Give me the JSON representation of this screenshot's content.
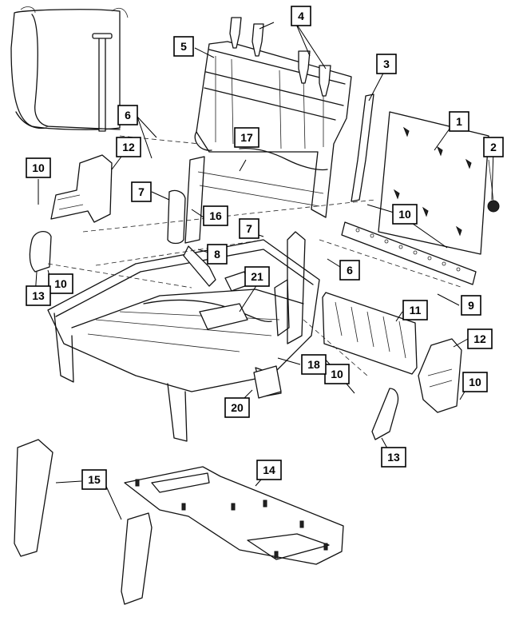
{
  "callouts": [
    {
      "id": "c1",
      "label": "1"
    },
    {
      "id": "c2",
      "label": "2"
    },
    {
      "id": "c3",
      "label": "3"
    },
    {
      "id": "c4",
      "label": "4"
    },
    {
      "id": "c5",
      "label": "5"
    },
    {
      "id": "c6a",
      "label": "6"
    },
    {
      "id": "c6b",
      "label": "6"
    },
    {
      "id": "c7a",
      "label": "7"
    },
    {
      "id": "c7b",
      "label": "7"
    },
    {
      "id": "c8",
      "label": "8"
    },
    {
      "id": "c9",
      "label": "9"
    },
    {
      "id": "c10a",
      "label": "10"
    },
    {
      "id": "c10b",
      "label": "10"
    },
    {
      "id": "c10c",
      "label": "10"
    },
    {
      "id": "c10d",
      "label": "10"
    },
    {
      "id": "c10e",
      "label": "10"
    },
    {
      "id": "c11",
      "label": "11"
    },
    {
      "id": "c12a",
      "label": "12"
    },
    {
      "id": "c12b",
      "label": "12"
    },
    {
      "id": "c13a",
      "label": "13"
    },
    {
      "id": "c13b",
      "label": "13"
    },
    {
      "id": "c14",
      "label": "14"
    },
    {
      "id": "c15",
      "label": "15"
    },
    {
      "id": "c16",
      "label": "16"
    },
    {
      "id": "c17",
      "label": "17"
    },
    {
      "id": "c18",
      "label": "18"
    },
    {
      "id": "c20",
      "label": "20"
    },
    {
      "id": "c21",
      "label": "21"
    }
  ]
}
